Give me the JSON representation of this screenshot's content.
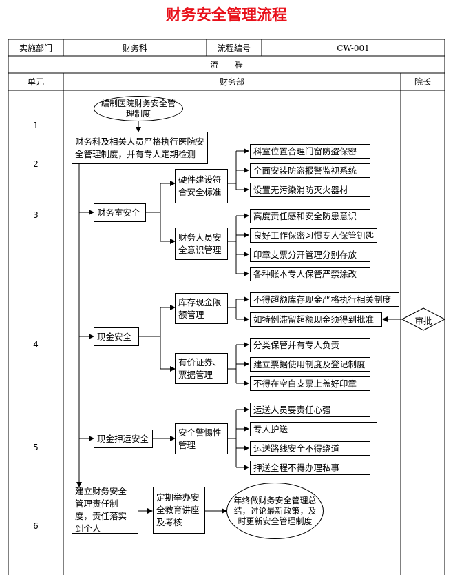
{
  "title": "财务安全管理流程",
  "header": {
    "dept_label": "实施部门",
    "dept_value": "财务科",
    "code_label": "流程编号",
    "code_value": "CW-001",
    "process_label": "流　　程",
    "col_unit": "单元",
    "col_finance": "财务部",
    "col_president": "院长"
  },
  "units": [
    "1",
    "2",
    "3",
    "4",
    "5",
    "6"
  ],
  "nodes": {
    "start": "编制医院财务安全管理制度",
    "execute": "财务科及相关人员严格执行医院安全管理制度，并有专人定期检测",
    "office_safety": "财务室安全",
    "hardware": "硬件建设符合安全标准",
    "hw_items": [
      "科室位置合理门窗防盗保密",
      "全面安装防盗报警监视系统",
      "设置无污染消防灭火器材"
    ],
    "staff_awareness": "财务人员安全意识管理",
    "staff_items": [
      "高度责任感和安全防患意识",
      "良好工作保密习惯专人保管钥匙",
      "印章支票分开管理分别存放",
      "各种账本专人保管严禁涂改"
    ],
    "cash_safety": "现金安全",
    "cash_limit": "库存现金限额管理",
    "cash_items": [
      "不得超额库存现金严格执行相关制度",
      "如特例滞留超额现金须得到批准"
    ],
    "securities": "有价证券、票据管理",
    "sec_items": [
      "分类保管并有专人负责",
      "建立票据使用制度及登记制度",
      "不得在空白支票上盖好印章"
    ],
    "escort_safety": "现金押运安全",
    "vigilance": "安全警惕性管理",
    "escort_items": [
      "运送人员要责任心强",
      "专人护送",
      "运送路线安全不得绕道",
      "押送全程不得办理私事"
    ],
    "responsibility": "建立财务安全管理责任制度，责任落实到个人",
    "training": "定期举办安全教育讲座及考核",
    "summary": "年终做财务安全管理总结，讨论最新政策，及时更新安全管理制度",
    "approve": "审批"
  },
  "colors": {
    "title": "#e8101a",
    "line": "#000000"
  }
}
